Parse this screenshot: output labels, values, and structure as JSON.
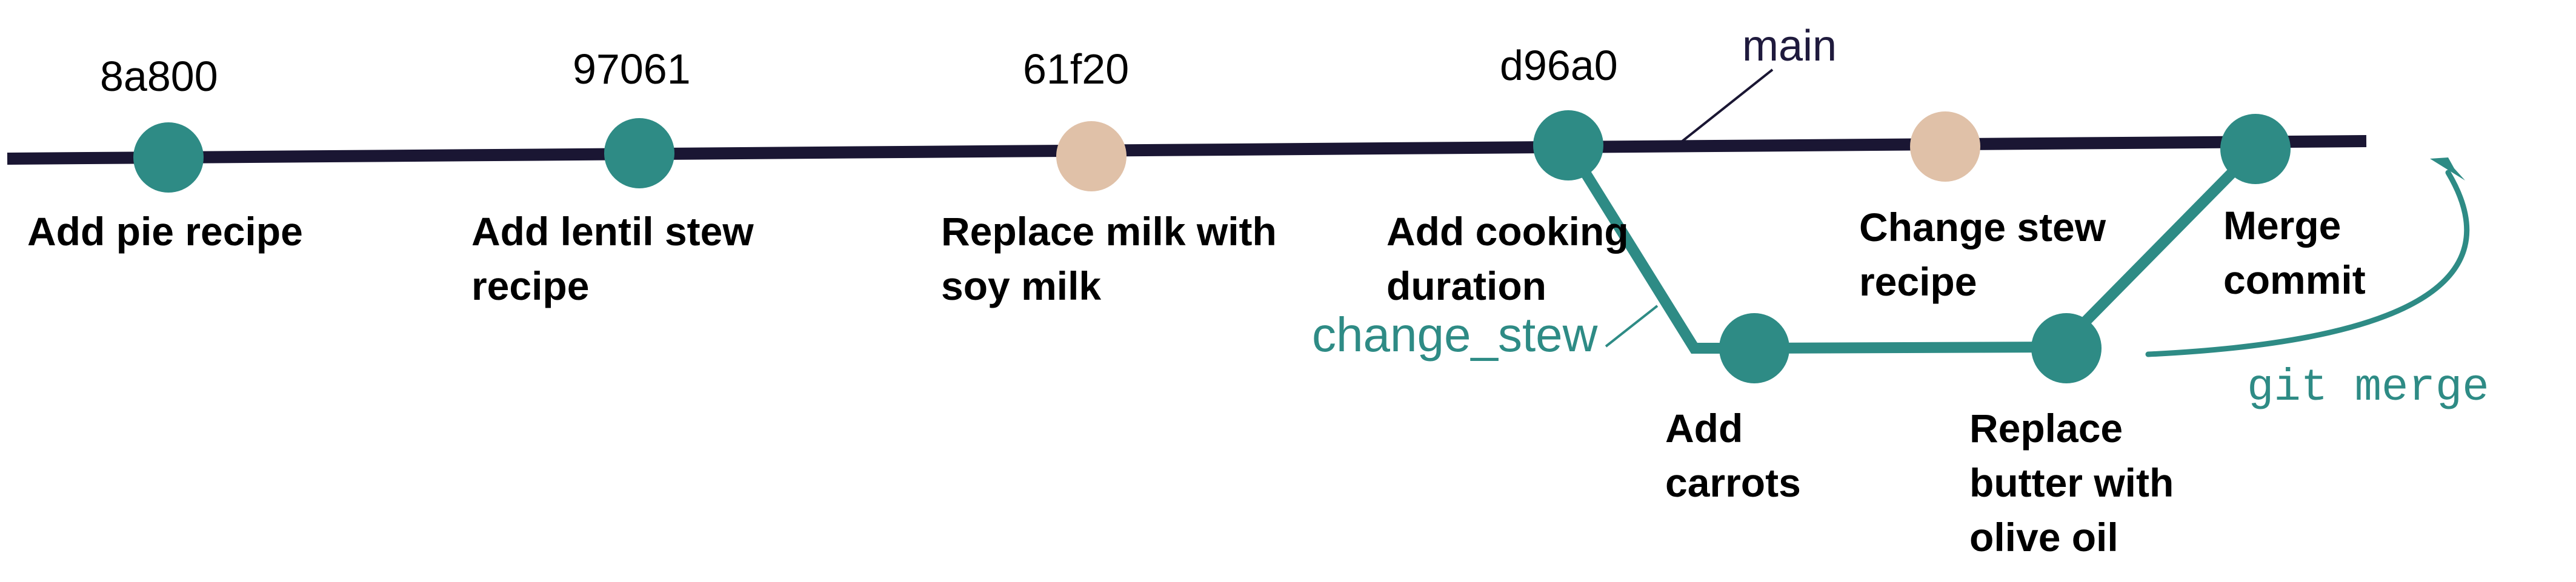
{
  "colors": {
    "main_line": "#1a1633",
    "branch_line": "#2e8b85",
    "commit_teal": "#2e8b85",
    "commit_beige": "#e0c1a8",
    "label_text": "#000000",
    "command_text": "#2e8b85"
  },
  "branches": {
    "main": {
      "name": "main"
    },
    "feature": {
      "name": "change_stew"
    }
  },
  "command": {
    "text": "git merge"
  },
  "commits": [
    {
      "hash": "8a800",
      "message_lines": [
        "Add pie recipe"
      ],
      "color": "teal",
      "branch": "main"
    },
    {
      "hash": "97061",
      "message_lines": [
        "Add lentil stew",
        "recipe"
      ],
      "color": "teal",
      "branch": "main"
    },
    {
      "hash": "61f20",
      "message_lines": [
        "Replace milk with",
        "soy milk"
      ],
      "color": "beige",
      "branch": "main"
    },
    {
      "hash": "d96a0",
      "message_lines": [
        "Add cooking",
        "duration"
      ],
      "color": "teal",
      "branch": "main"
    },
    {
      "hash": "",
      "message_lines": [
        "Change stew",
        "recipe"
      ],
      "color": "beige",
      "branch": "main"
    },
    {
      "hash": "",
      "message_lines": [
        "Merge",
        "commit"
      ],
      "color": "teal",
      "branch": "main"
    },
    {
      "hash": "",
      "message_lines": [
        "Add",
        "carrots"
      ],
      "color": "teal",
      "branch": "change_stew"
    },
    {
      "hash": "",
      "message_lines": [
        "Replace",
        "butter with",
        "olive oil"
      ],
      "color": "teal",
      "branch": "change_stew"
    }
  ]
}
